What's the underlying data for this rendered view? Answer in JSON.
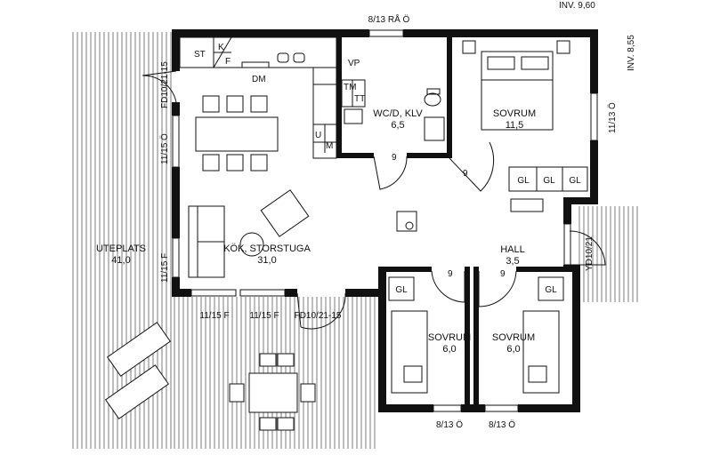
{
  "header": {
    "inv_top": "INV. 9,60",
    "inv_right": "INV. 8,55"
  },
  "rooms": {
    "kitchen_name": "KÖK, STORSTUGA",
    "kitchen_area": "31,0",
    "wc_name": "WC/D, KLV",
    "wc_area": "6,5",
    "sovrum1_name": "SOVRUM",
    "sovrum1_area": "11,5",
    "hall_name": "HALL",
    "hall_area": "3,5",
    "sovrum2_name": "SOVRUM",
    "sovrum2_area": "6,0",
    "sovrum3_name": "SOVRUM",
    "sovrum3_area": "6,0",
    "uteplats_name": "UTEPLATS",
    "uteplats_area": "41,0"
  },
  "windows": {
    "top_wc": "8/13 RÅ Ö",
    "right_sovrum": "11/13 Ö",
    "left_fd_top": "FD10/21-15",
    "left_window": "11/15 Ö",
    "left_lower": "11/15 F",
    "bottom_f1": "11/15 F",
    "bottom_f2": "11/15 F",
    "bottom_fd": "FD10/21-15",
    "right_yd": "YD10/21",
    "bottom_o1": "8/13 Ö",
    "bottom_o2": "8/13 Ö"
  },
  "fixtures": {
    "st": "ST",
    "k": "K",
    "f": "F",
    "dm": "DM",
    "vp": "VP",
    "tm": "TM",
    "tt": "TT",
    "u": "U",
    "m": "M",
    "gl": "GL",
    "door9": "9"
  }
}
